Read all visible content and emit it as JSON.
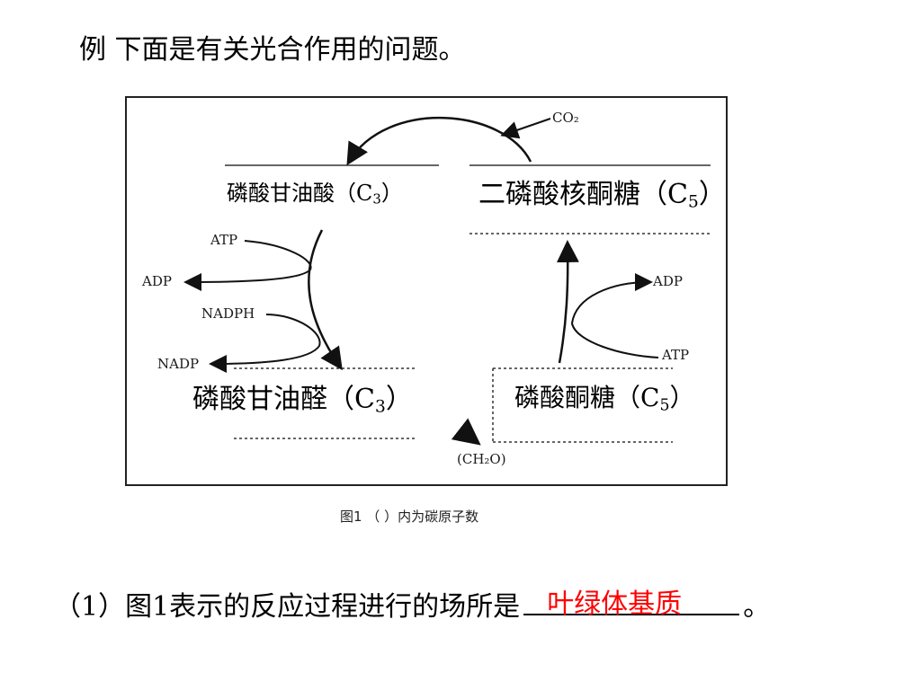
{
  "title": "例 下面是有关光合作用的问题。",
  "diagram": {
    "labels": {
      "pga": "磷酸甘油酸（C",
      "pga_sub": "3",
      "pga_close": "）",
      "rubp": "二磷酸核酮糖（C",
      "rubp_sub": "5",
      "rubp_close": "）",
      "g3p": "磷酸甘油醛（C",
      "g3p_sub": "3",
      "g3p_close": "）",
      "ru5p": "磷酸酮糖（C",
      "ru5p_sub": "5",
      "ru5p_close": "）"
    },
    "molecules": {
      "co2": "CO₂",
      "atp_left": "ATP",
      "adp_left": "ADP",
      "nadph": "NADPH",
      "nadp": "NADP",
      "adp_right": "ADP",
      "atp_right": "ATP",
      "ch2o": "(CH₂O)"
    },
    "caption": "图1 （ ）内为碳原子数"
  },
  "question": {
    "prefix": "（1）图1表示的反应过程进行的场所是",
    "answer": "叶绿体基质",
    "suffix": "。"
  }
}
